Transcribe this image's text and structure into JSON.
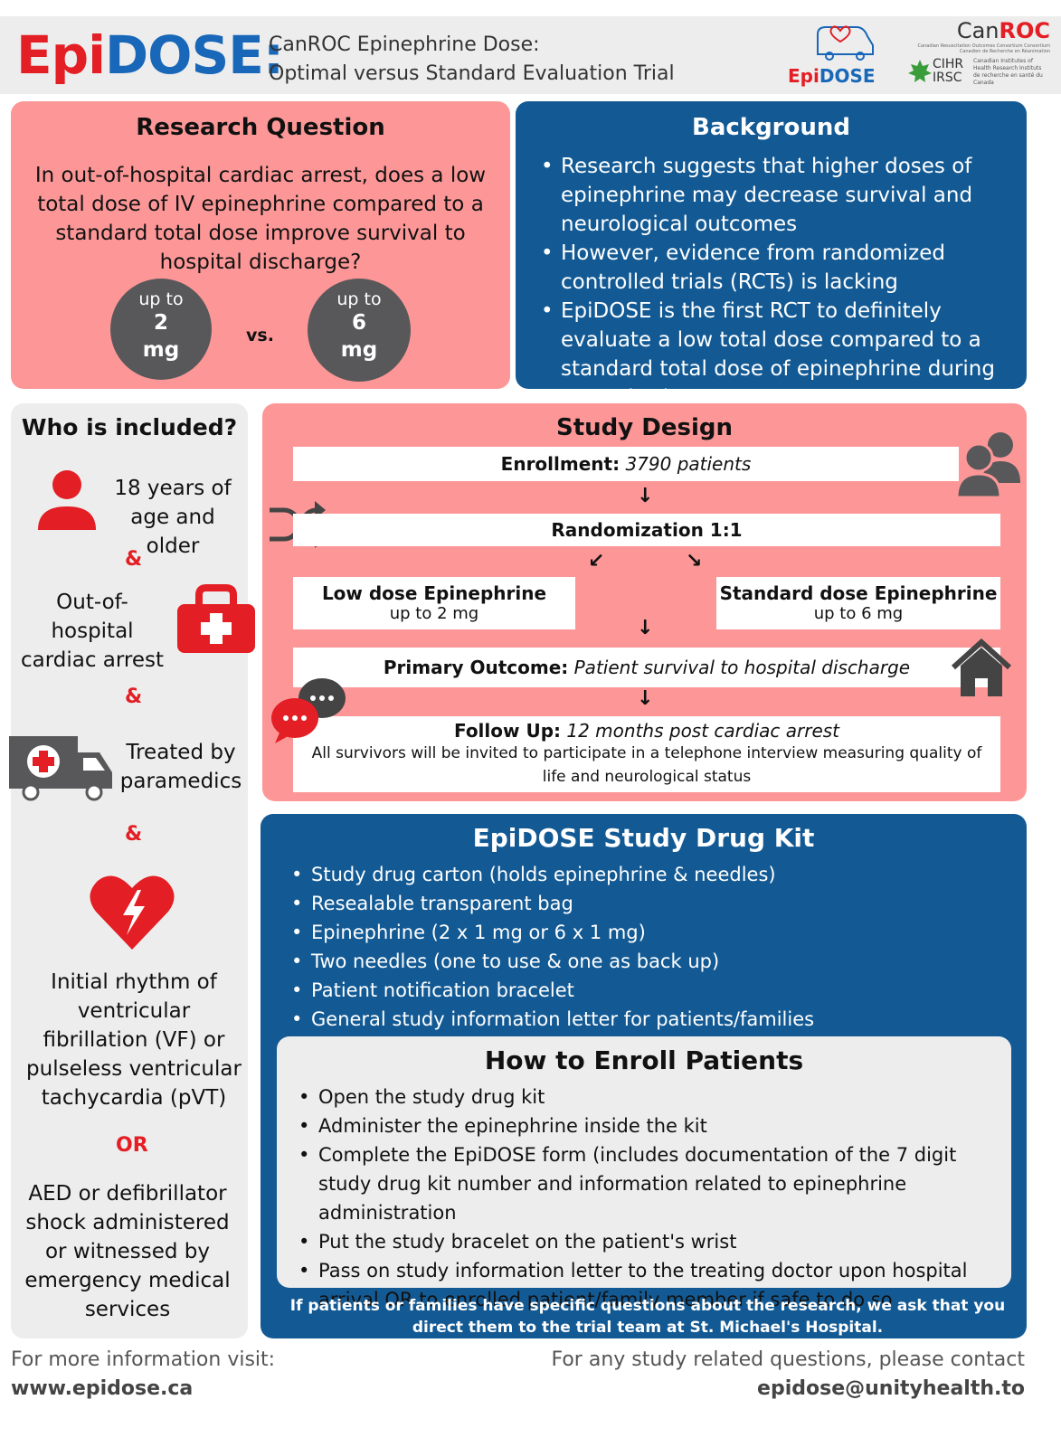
{
  "header": {
    "logo_epi": "Epi",
    "logo_dose": "DOSE:",
    "subtitle_line1": "CanROC Epinephrine Dose:",
    "subtitle_line2": "Optimal versus Standard Evaluation Trial",
    "mini_logo_a": "Epi",
    "mini_logo_b": "DOSE",
    "canroc_a": "Can",
    "canroc_b": "ROC",
    "canroc_sub": "Canadian Resuscitation Outcomes Consortium Consortium Canadien de Recherche en Réanimation",
    "cihr": "CIHR",
    "irsc": "IRSC",
    "cihr_sub": "Canadian Institutes of Health Research Instituts de recherche en santé du Canada"
  },
  "research_question": {
    "title": "Research Question",
    "text": "In out-of-hospital cardiac arrest, does a low total dose of IV epinephrine compared to a standard total dose improve survival to hospital discharge?",
    "low": {
      "prefix": "up to",
      "value": "2",
      "unit": "mg"
    },
    "vs": "vs.",
    "standard": {
      "prefix": "up to",
      "value": "6",
      "unit": "mg"
    }
  },
  "background": {
    "title": "Background",
    "items": [
      "Research suggests that higher doses of epinephrine may decrease survival and neurological outcomes",
      "However, evidence from randomized controlled trials (RCTs) is lacking",
      "EpiDOSE is the first RCT to definitely evaluate a low total dose compared to a standard total dose of epinephrine during resuscitation"
    ]
  },
  "who": {
    "title": "Who is included?",
    "age": "18 years of age and older",
    "amp": "&",
    "ohca": "Out-of-hospital cardiac arrest",
    "paramedics": "Treated by paramedics",
    "rhythm": "Initial rhythm of ventricular fibrillation (VF) or pulseless ventricular tachycardia (pVT)",
    "or": "OR",
    "aed": "AED or defibrillator shock administered or witnessed by emergency medical services"
  },
  "design": {
    "title": "Study Design",
    "enroll_label": "Enrollment:",
    "enroll_value": "3790 patients",
    "random": "Randomization 1:1",
    "low_title": "Low dose Epinephrine",
    "low_sub": "up to 2 mg",
    "std_title": "Standard dose Epinephrine",
    "std_sub": "up to 6 mg",
    "primary_label": "Primary Outcome:",
    "primary_value": "Patient survival to hospital discharge",
    "follow_label": "Follow Up:",
    "follow_value": "12 months post cardiac arrest",
    "follow_detail": "All survivors will be invited to participate in a telephone interview measuring quality of life and neurological status",
    "arrow": "↓",
    "arrow_l": "↙",
    "arrow_r": "↘"
  },
  "kit": {
    "title": "EpiDOSE Study Drug Kit",
    "items": [
      "Study drug carton (holds epinephrine & needles)",
      "Resealable transparent bag",
      "Epinephrine (2 x 1 mg or 6 x 1 mg)",
      "Two needles (one to use & one as back up)",
      "Patient notification bracelet",
      "General study information letter for patients/families"
    ]
  },
  "enroll": {
    "title": "How to Enroll Patients",
    "items": [
      "Open the study drug kit",
      "Administer the epinephrine inside the kit",
      "Complete the EpiDOSE form (includes documentation of the 7 digit study drug kit number and information related to epinephrine administration",
      "Put the study bracelet on the patient's wrist",
      "Pass on study information letter to the treating doctor upon hospital arrival OR to enrolled patient/family member if safe to do so"
    ],
    "note": "If patients or families have specific questions about the research, we ask that you direct them to the trial team at St. Michael's Hospital."
  },
  "footer": {
    "left_text": "For more information visit:",
    "left_link": "www.epidose.ca",
    "right_text": "For any study related questions, please contact",
    "right_link": "epidose@unityhealth.to"
  },
  "colors": {
    "red": "#e31e24",
    "blue": "#1867b8",
    "navy": "#135a94",
    "pink": "#fd9797",
    "grey": "#ededed",
    "dark_grey": "#58585a"
  }
}
